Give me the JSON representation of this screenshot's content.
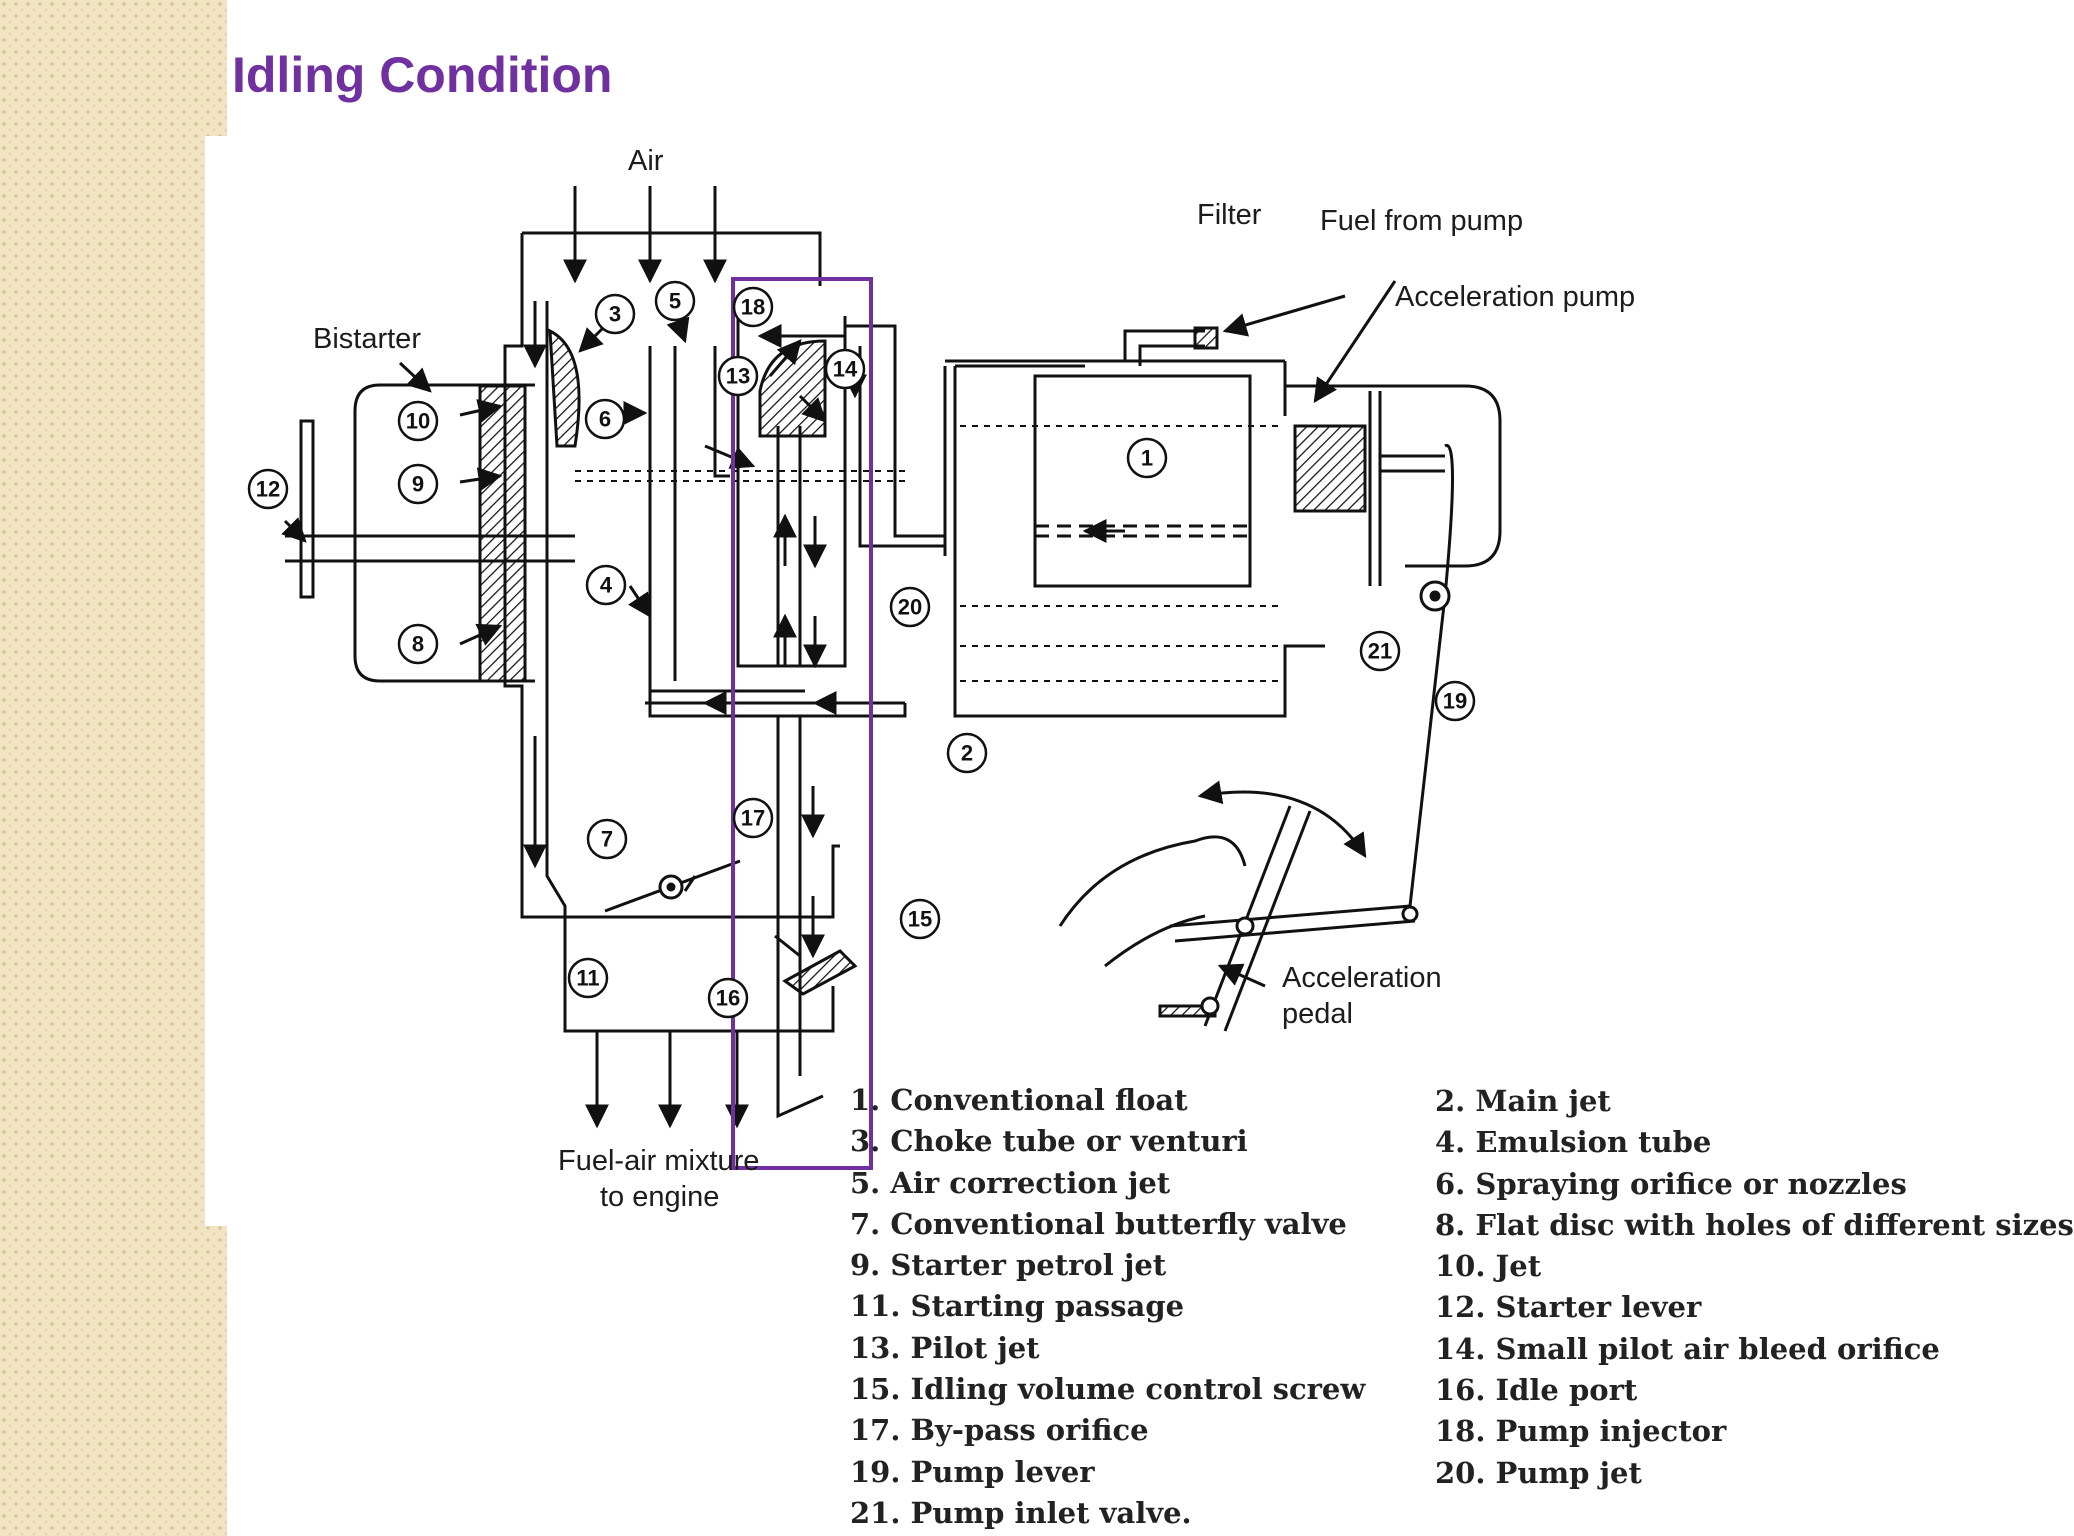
{
  "slide": {
    "title": "Idling Condition"
  },
  "diagram": {
    "labels": {
      "air": "Air",
      "filter": "Filter",
      "fuel_from_pump": "Fuel from pump",
      "acceleration_pump": "Acceleration pump",
      "bistarter": "Bistarter",
      "acceleration_pedal_line1": "Acceleration",
      "acceleration_pedal_line2": "pedal",
      "mixture_line1": "Fuel-air mixture",
      "mixture_line2": "to engine"
    },
    "markers": [
      "1",
      "2",
      "3",
      "4",
      "5",
      "6",
      "7",
      "8",
      "9",
      "10",
      "11",
      "12",
      "13",
      "14",
      "15",
      "16",
      "17",
      "18",
      "19",
      "20",
      "21"
    ],
    "highlight_color": "#7030a0"
  },
  "legend": {
    "left": [
      "1. Conventional float",
      "3. Choke tube or venturi",
      "5. Air correction jet",
      "7. Conventional butterfly valve",
      "9. Starter petrol jet",
      "11. Starting passage",
      "13. Pilot jet",
      "15. Idling volume control screw",
      "17. By-pass orifice",
      "19. Pump lever",
      "21. Pump inlet valve."
    ],
    "right": [
      "2. Main jet",
      "4. Emulsion tube",
      "6. Spraying orifice or nozzles",
      "8. Flat disc with holes of different sizes",
      "10. Jet",
      "12. Starter lever",
      "14. Small pilot air bleed orifice",
      "16. Idle port",
      "18. Pump injector",
      "20. Pump jet"
    ]
  }
}
